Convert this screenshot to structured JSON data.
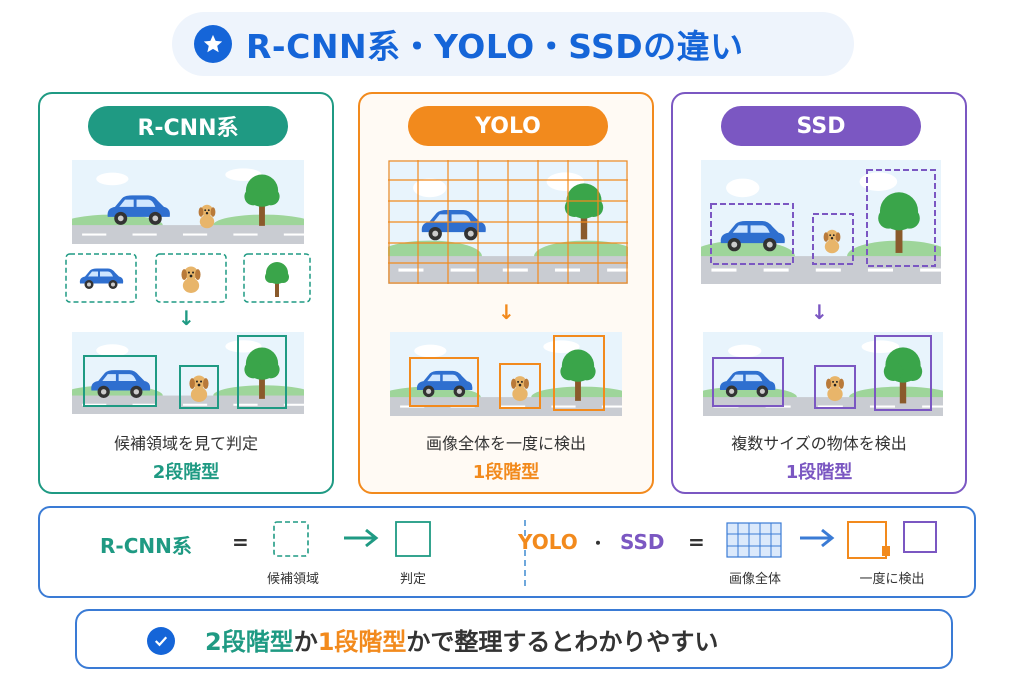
{
  "title": "R-CNN系・YOLO・SSDの違い",
  "panels": {
    "rcnn": {
      "tag": "R-CNN系",
      "caption": "候補領域を見て判定",
      "stage": "2段階型",
      "color": "#1f9a83"
    },
    "yolo": {
      "tag": "YOLO",
      "caption": "画像全体を一度に検出",
      "stage": "1段階型",
      "color": "#f28a1d"
    },
    "ssd": {
      "tag": "SSD",
      "caption": "複数サイズの物体を検出",
      "stage": "1段階型",
      "color": "#7b57c2"
    }
  },
  "summary": {
    "rcnn_label": "R-CNN系",
    "equals": "=",
    "rcnn_step1": "候補領域",
    "rcnn_step2": "判定",
    "yolo_label": "YOLO",
    "dot": "・",
    "ssd_label": "SSD",
    "one_step1": "画像全体",
    "one_step2": "一度に検出"
  },
  "conclusion": {
    "part1": "2段階型",
    "part2": "か",
    "part3": "1段階型",
    "part4": "かで整理するとわかりやすい"
  }
}
